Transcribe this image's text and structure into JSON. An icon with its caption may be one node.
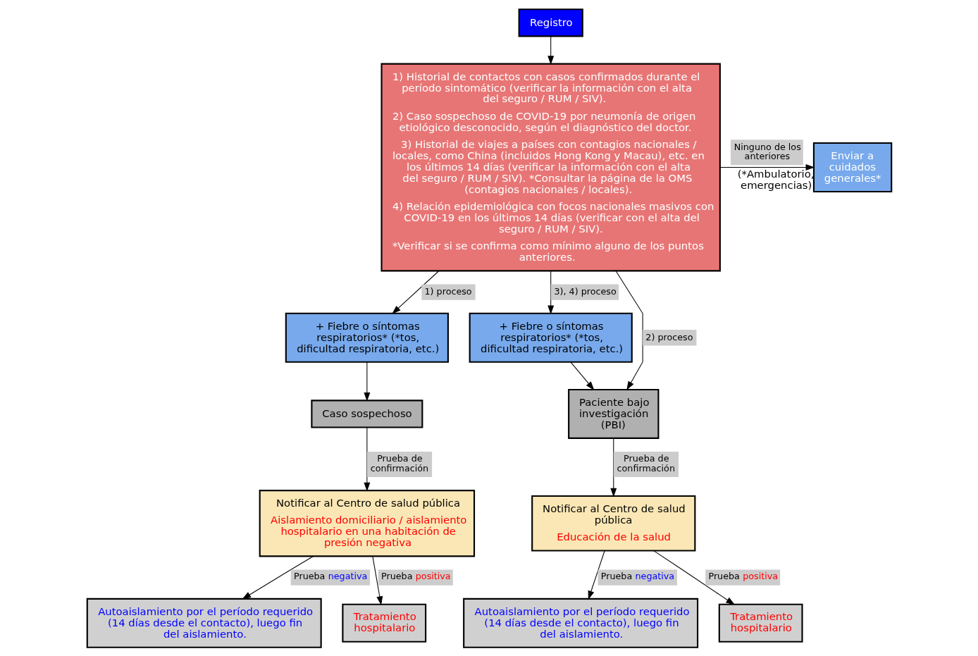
{
  "diagram": {
    "nodes": [
      {
        "text": [
          "Registro"
        ]
      },
      {
        "text": [
          "1) Historial de contactos con casos confirmados durante el período sintomático (verificar la información con el alta del seguro / RUM / SIV).",
          "2) Caso sospechoso de COVID-19 por neumonía de origen etiológico desconocido, según el diagnóstico del doctor.",
          "3) Historial de viajes a países con contagios nacionales / locales, como China (incluidos Hong Kong y Macau), etc. en los últimos 14 días (verificar la información con el alta del seguro / RUM / SIV). *Consultar la página de la OMS (contagios nacionales / locales).",
          "4) Relación epidemiológica con focos nacionales masivos con COVID-19 en los últimos 14 días (verificar con el alta del seguro / RUM / SIV).",
          "*Verificar si se confirma como mínimo alguno de los puntos anteriores."
        ]
      },
      {
        "text": [
          "Enviar a cuidados generales*"
        ],
        "beside": [
          "(*Ambulatorio, emergencias)"
        ]
      },
      {
        "text": [
          "+ Fiebre o síntomas respiratorios* (*tos, dificultad respiratoria, etc.)"
        ]
      },
      {
        "text": [
          "+ Fiebre o síntomas respiratorios* (*tos, dificultad respiratoria, etc.)"
        ]
      },
      {
        "text": [
          "Caso sospechoso"
        ]
      },
      {
        "text": [
          "Paciente bajo investigación (PBI)"
        ]
      },
      {
        "text": [
          "Notificar al Centro de salud pública",
          "Aislamiento domiciliario / aislamiento hospitalario en una habitación de presión negativa"
        ]
      },
      {
        "text": [
          "Notificar al Centro de salud pública",
          "Educación de la salud"
        ]
      },
      {
        "text": [
          "Autoaislamiento por el período requerido (14 días desde el contacto), luego fin del aislamiento."
        ]
      },
      {
        "text": [
          "Tratamiento hospitalario"
        ]
      },
      {
        "text": [
          "Autoaislamiento por el período requerido (14 días desde el contacto), luego fin del aislamiento."
        ]
      },
      {
        "text": [
          "Tratamiento hospitalario"
        ]
      }
    ],
    "edges": [
      {
        "from": 0,
        "to": 1,
        "arrow": "to"
      },
      {
        "from": 1,
        "to": 2,
        "arrow": "to",
        "label": "Ninguno de los anteriores"
      },
      {
        "from": 1,
        "to": 3,
        "arrow": "to",
        "label": "1) proceso"
      },
      {
        "from": 1,
        "to": 6,
        "arrow": "to",
        "label": "2) proceso"
      },
      {
        "from": 1,
        "to": 4,
        "arrow": "to",
        "label": "3), 4) proceso"
      },
      {
        "from": 3,
        "to": 5,
        "arrow": "to"
      },
      {
        "from": 4,
        "to": 6,
        "arrow": "to"
      },
      {
        "from": 5,
        "to": 7,
        "arrow": "to",
        "label": "Prueba de confirmación"
      },
      {
        "from": 6,
        "to": 8,
        "arrow": "to",
        "label": "Prueba de confirmación"
      },
      {
        "from": 7,
        "to": 9,
        "arrow": "to",
        "label": "Prueba negativa"
      },
      {
        "from": 7,
        "to": 10,
        "arrow": "to",
        "label": "Prueba positiva"
      },
      {
        "from": 8,
        "to": 11,
        "arrow": "to",
        "label": "Prueba negativa"
      },
      {
        "from": 8,
        "to": 12,
        "arrow": "to",
        "label": "Prueba positiva"
      }
    ]
  }
}
